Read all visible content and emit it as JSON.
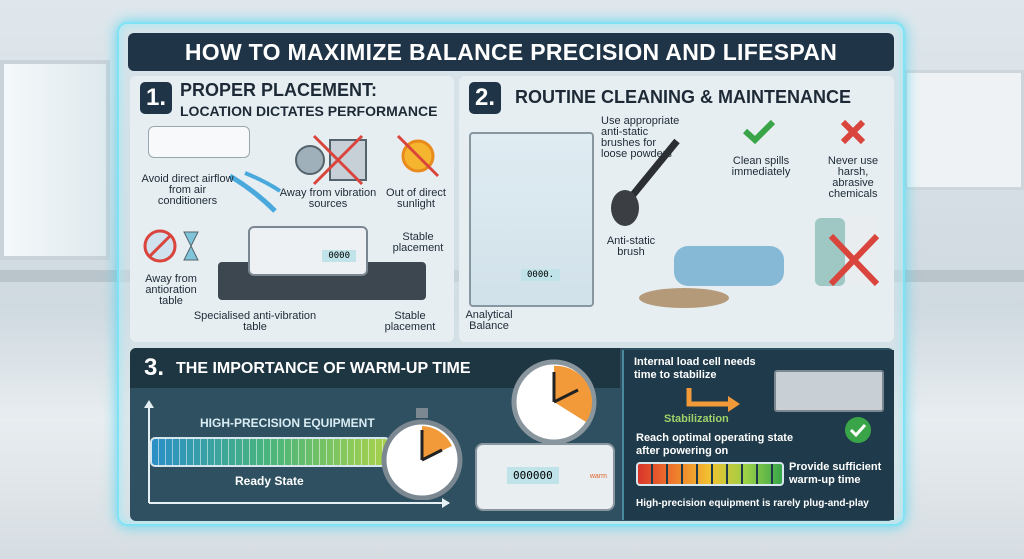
{
  "title": "HOW TO MAXIMIZE BALANCE PRECISION AND LIFESPAN",
  "section1": {
    "number": "1.",
    "heading": "PROPER PLACEMENT:",
    "subheading": "LOCATION DICTATES PERFORMANCE",
    "labels": {
      "airflow": "Avoid direct airflow from air conditioners",
      "vibration": "Away from vibration sources",
      "sunlight": "Out of direct sunlight",
      "stable_top": "Stable placement",
      "away_table": "Away from antioration table",
      "anti_vib_table": "Specialised anti-vibration table",
      "stable_bottom": "Stable placement"
    },
    "display": "0000"
  },
  "section2": {
    "number": "2.",
    "heading": "ROUTINE CLEANING & MAINTENANCE",
    "labels": {
      "brushes": "Use appropriate anti-static brushes for loose powders",
      "clean_spills": "Clean spills immediately",
      "never_use": "Never use harsh, abrasive chemicals",
      "anti_static_brush": "Anti-static brush",
      "analytical_balance": "Analytical Balance"
    },
    "display": "0000."
  },
  "section3": {
    "number": "3.",
    "heading": "THE IMPORTANCE OF WARM-UP TIME",
    "equipment": "HIGH-PRECISION EQUIPMENT",
    "ready_state": "Ready State",
    "display": "000000",
    "warm_label": "warm",
    "right": {
      "load_cell": "Internal load cell needs time to stabilize",
      "stabilization": "Stabilization",
      "optimal": "Reach optimal operating state after powering on",
      "sufficient": "Provide sufficient warm-up time",
      "footer": "High-precision equipment is rarely plug-and-play"
    }
  },
  "colors": {
    "accent_glow": "#7fe3f5",
    "title_bg": "#1f3446",
    "panel3_bg": "#2f5060",
    "check": "#3aa548",
    "cross": "#d9443c",
    "warm": "#f29a3a"
  }
}
